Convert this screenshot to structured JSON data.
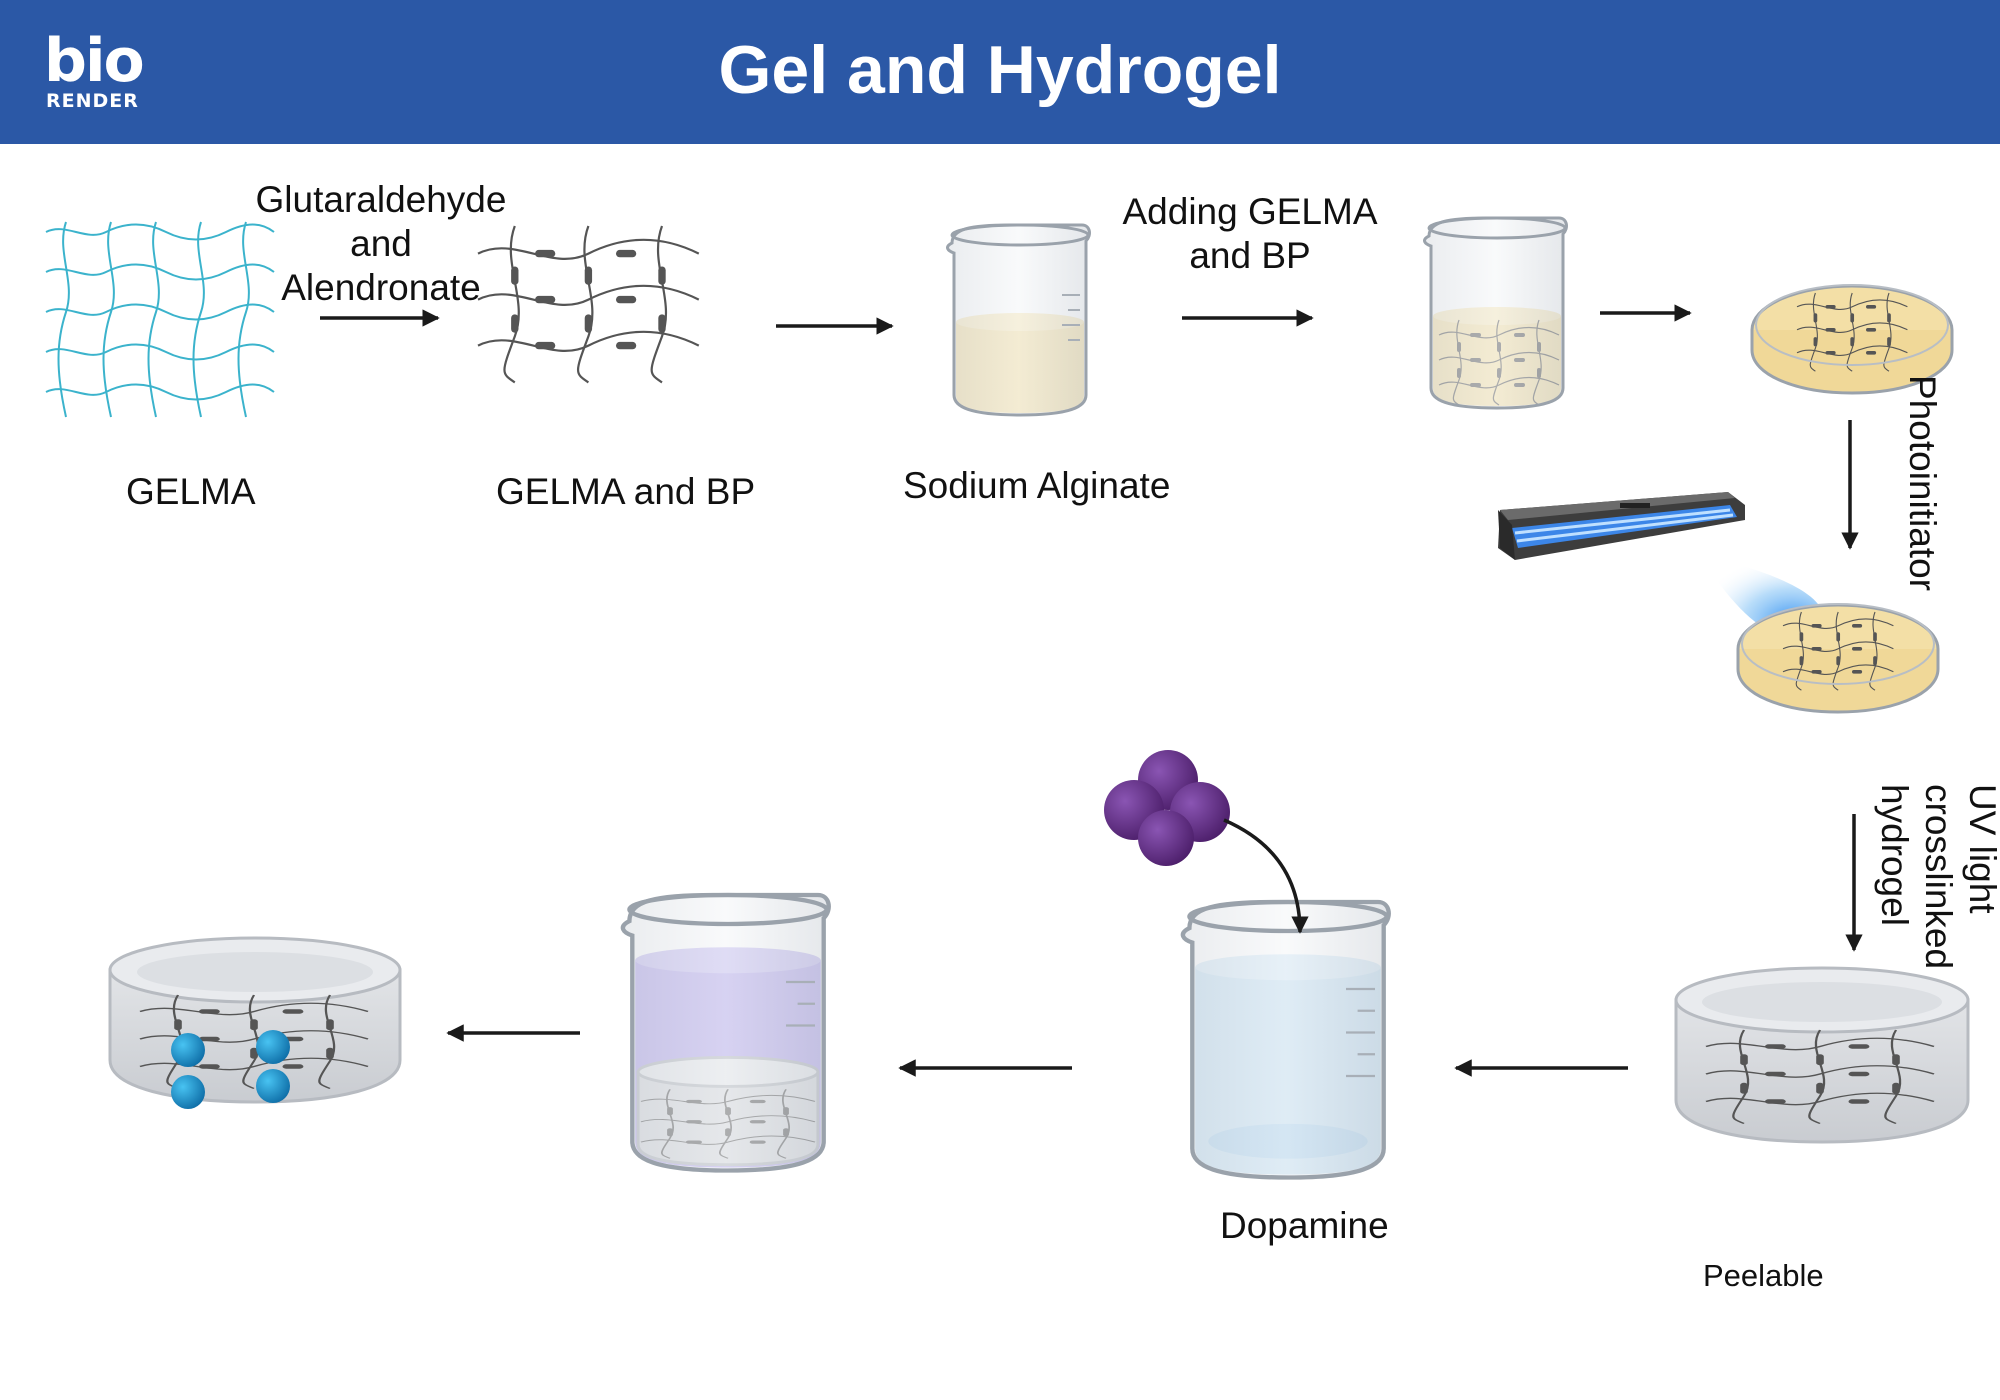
{
  "header": {
    "logo_top": "bio",
    "logo_bottom": "RENDER",
    "title": "Gel and Hydrogel",
    "bg_color": "#2b58a6"
  },
  "labels": {
    "gelma": "GELMA",
    "glutaraldehyde": [
      "Glutaraldehyde",
      "and",
      "Alendronate"
    ],
    "gelma_bp": "GELMA and BP",
    "sodium_alginate": "Sodium Alginate",
    "adding_gelma": [
      "Adding GELMA",
      "and BP"
    ],
    "photoinitiator": "Photoinitiator",
    "uv_light": [
      "UV light",
      "crosslinked",
      "hydrogel"
    ],
    "peelable": "Peelable",
    "dopamine": "Dopamine"
  },
  "colors": {
    "gelma_network": "#3bb3cc",
    "crosslinked_network": "#555555",
    "alginate_fill": "#f3dfa6",
    "water_fill": "#c5e0f2",
    "purple_fill": "#b3a6ea",
    "dopamine_molecule": "#6a2f8a",
    "nanoparticle": "#1f9bd6",
    "uv_glow": "#3d9cf2"
  },
  "icons": [
    "biorender-logo-icon",
    "beaker-icon",
    "petri-dish-icon",
    "uv-lamp-icon",
    "hydrogel-disc-icon",
    "dopamine-molecule-icon",
    "arrow-icon"
  ]
}
